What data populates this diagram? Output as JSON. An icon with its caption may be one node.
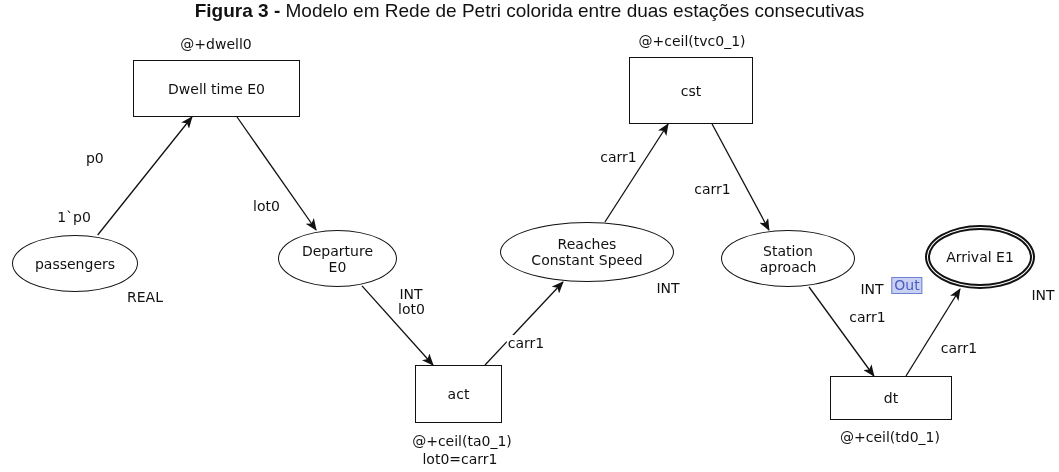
{
  "diagram": {
    "title": "**Figura 3 -** Modelo em Rede de Petri colorida entre duas estações consecutivas",
    "nodes": [
      {
        "text": [
          "passengers"
        ],
        "beside": [
          "1`p0",
          "REAL"
        ]
      },
      {
        "text": [
          "Dwell time E0"
        ],
        "beside": [
          "@+dwell0"
        ]
      },
      {
        "text": [
          "Departure E0"
        ],
        "beside": [
          "INT"
        ]
      },
      {
        "text": [
          "act"
        ],
        "beside": [
          "@+ceil(ta0_1)",
          "lot0=carr1"
        ]
      },
      {
        "text": [
          "Reaches Constant Speed"
        ],
        "beside": [
          "INT"
        ]
      },
      {
        "text": [
          "cst"
        ],
        "beside": [
          "@+ceil(tvc0_1)"
        ]
      },
      {
        "text": [
          "Station aproach"
        ],
        "beside": [
          "INT"
        ]
      },
      {
        "text": [
          "dt"
        ],
        "beside": [
          "@+ceil(td0_1)"
        ]
      },
      {
        "text": [
          "Arrival E1"
        ],
        "beside": [
          "Out",
          "INT"
        ]
      }
    ],
    "edges": [
      {
        "from": 0,
        "to": 1,
        "arrow": "to",
        "label": "p0"
      },
      {
        "from": 1,
        "to": 2,
        "arrow": "to",
        "label": "lot0"
      },
      {
        "from": 2,
        "to": 3,
        "arrow": "to",
        "label": "lot0"
      },
      {
        "from": 3,
        "to": 4,
        "arrow": "to",
        "label": "carr1"
      },
      {
        "from": 4,
        "to": 5,
        "arrow": "to",
        "label": "carr1"
      },
      {
        "from": 5,
        "to": 6,
        "arrow": "to",
        "label": "carr1"
      },
      {
        "from": 6,
        "to": 7,
        "arrow": "to",
        "label": "carr1"
      },
      {
        "from": 7,
        "to": 8,
        "arrow": "to",
        "label": "carr1"
      }
    ]
  }
}
